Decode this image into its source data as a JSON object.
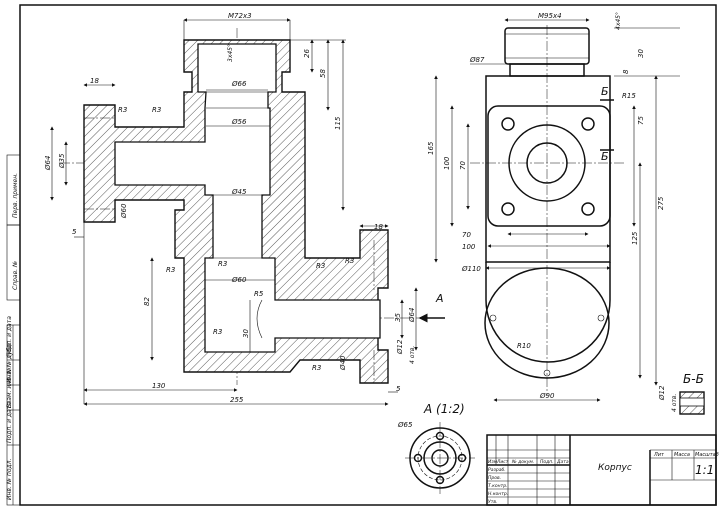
{
  "drawing": {
    "title": "Корпус",
    "scale": "1:1",
    "sheet_format": "A3"
  },
  "front_view": {
    "dims": {
      "thread_top": "M72x3",
      "chamfer": "3x45°",
      "d66": "Ø66",
      "d56": "Ø56",
      "d45": "Ø45",
      "d60_mid": "Ø60",
      "d64": "Ø64",
      "d35": "Ø35",
      "d60_left": "Ø60",
      "d64_right": "Ø64",
      "d12": "Ø12",
      "holes_right": "4 отв.",
      "d40": "Ø40",
      "len_18_top": "18",
      "len_18_right": "18",
      "len_5_left": "5",
      "len_5_right": "5",
      "len_26": "26",
      "len_58": "58",
      "len_115": "115",
      "len_82": "82",
      "len_30": "30",
      "len_35": "35",
      "len_130": "130",
      "len_255": "255",
      "r3_a": "R3",
      "r3_b": "R3",
      "r3_c": "R3",
      "r3_d": "R3",
      "r3_e": "R3",
      "r3_f": "R3",
      "r3_g": "R3",
      "r3_h": "R3",
      "r5": "R5",
      "view_letter": "A"
    }
  },
  "side_view": {
    "dims": {
      "thread_top": "M95x4",
      "chamfer": "4x45°",
      "d87": "Ø87",
      "len_8": "8",
      "len_30": "30",
      "r15": "R15",
      "sec_letter_top": "Б",
      "sec_letter_bottom": "Б",
      "len_75": "75",
      "len_165": "165",
      "len_275": "275",
      "len_125": "125",
      "len_100_v": "100",
      "len_70_v": "70",
      "len_70_h": "70",
      "len_100_h": "100",
      "d110": "Ø110",
      "r10": "R10",
      "d90": "Ø90"
    }
  },
  "view_a": {
    "label": "A (1:2)",
    "d65": "Ø65"
  },
  "section_bb": {
    "label": "Б-Б",
    "d12": "Ø12",
    "holes": "4 отв."
  },
  "title_block": {
    "name": "Корпус",
    "header_lit": "Лит",
    "header_mass": "Масса",
    "header_scale": "Масштаб",
    "scale_value": "1:1",
    "col_izm": "Изм",
    "col_list": "Лист",
    "col_doc": "№ докум.",
    "col_sign": "Подп.",
    "col_date": "Дата",
    "row_razrab": "Разраб.",
    "row_prov": "Пров.",
    "row_tkontr": "Т.контр.",
    "row_nkontr": "Н.контр.",
    "row_utv": "Утв."
  },
  "margin_labels": {
    "perv_primen": "Перв. примен.",
    "sprav": "Справ. №",
    "podp_data_1": "Подп. и дата",
    "inv_dubl": "Инв. № дубл.",
    "vzam_inv": "Взам. инв. №",
    "podp_data_2": "Подп. и дата",
    "inv_podl": "Инв. № подл."
  }
}
